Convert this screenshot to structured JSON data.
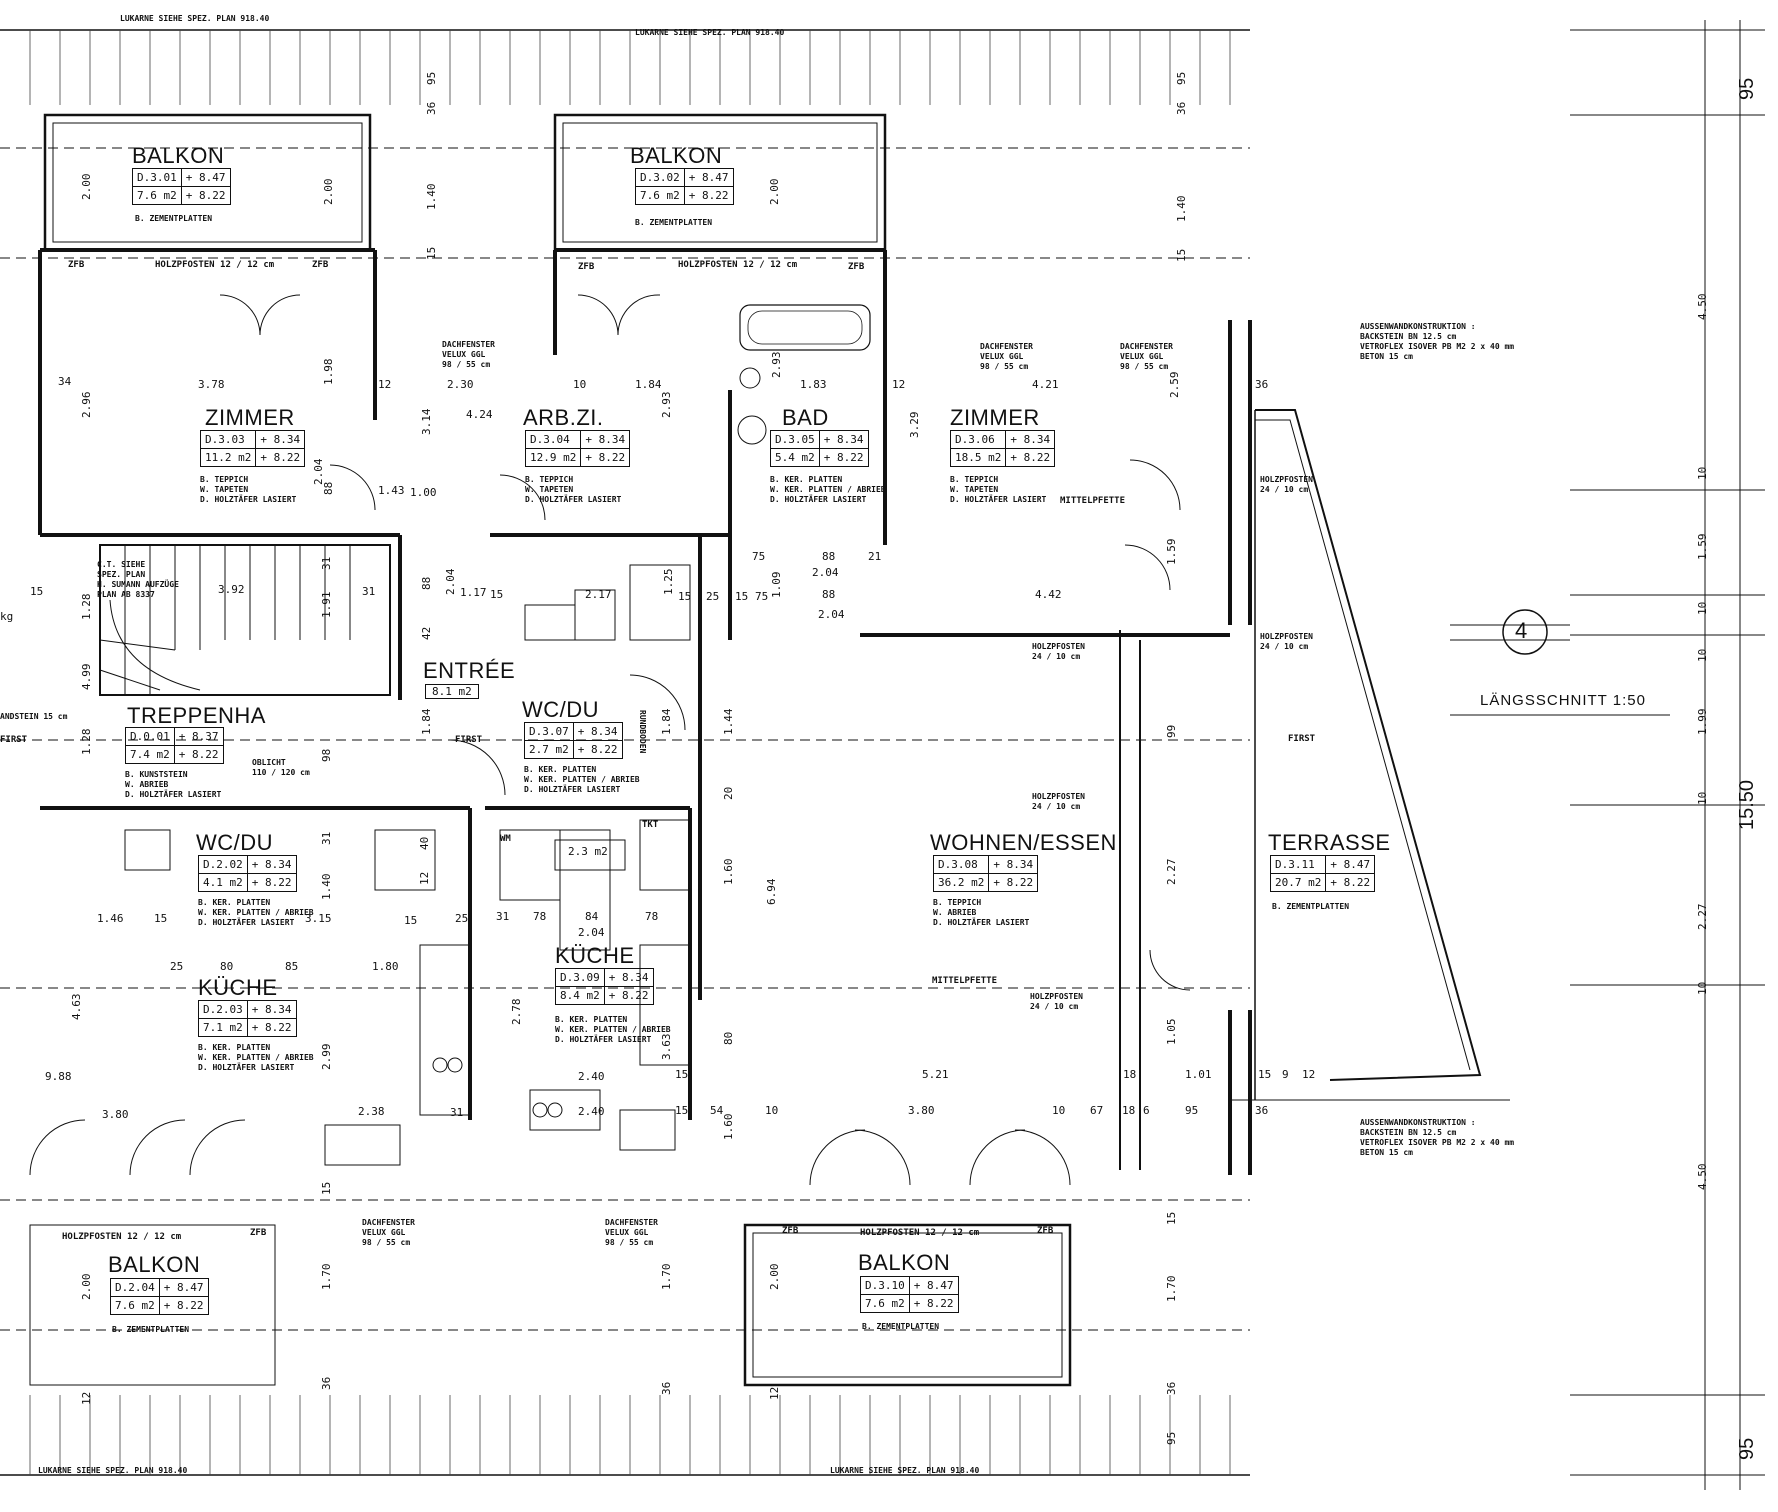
{
  "lukarne_label": "LUKARNE SIEHE SPEZ. PLAN 918.40",
  "section_label": "LÄNGSSCHNITT 1:50",
  "section_marker": "4",
  "first_label": "FIRST",
  "mittelpfette_label": "MITTELPFETTE",
  "holzpfosten_balkon": "HOLZPFOSTEN 12 / 12 cm",
  "holzpfosten_inner": "HOLZPFOSTEN",
  "holzpfosten_size": "24 / 10 cm",
  "zfb": "ZFB",
  "dachfenster": [
    "DACHFENSTER",
    "VELUX GGL",
    "98 / 55 cm"
  ],
  "wall_construction": {
    "title": "AUSSENWANDKONSTRUKTION :",
    "lines": [
      "BACKSTEIN BN 12.5 cm",
      "VETROFLEX ISOVER PB M2 2 x 40 mm",
      "BETON 15 cm"
    ]
  },
  "lift_note": [
    "C.T. SIEHE",
    "SPEZ. PLAN",
    "H. SUMANN AUFZÜGE",
    "PLAN AB 8337"
  ],
  "oblicht": [
    "OBLICHT",
    "110 / 120 cm"
  ],
  "rundboden": "RUNDBODEN",
  "kunststein_wall": "ANDSTEIN 15 cm",
  "kg_label": "kg",
  "wm_label": "WM",
  "tkt_label": "TKT",
  "reduit_area": "2.3 m2",
  "rooms": [
    {
      "name": "BALKON",
      "code": "D.3.01",
      "h1": "+ 8.47",
      "area": "7.6 m2",
      "h2": "+ 8.22",
      "finish": [
        "B. ZEMENTPLATTEN"
      ]
    },
    {
      "name": "BALKON",
      "code": "D.3.02",
      "h1": "+ 8.47",
      "area": "7.6 m2",
      "h2": "+ 8.22",
      "finish": [
        "B. ZEMENTPLATTEN"
      ]
    },
    {
      "name": "ZIMMER",
      "code": "D.3.03",
      "h1": "+ 8.34",
      "area": "11.2 m2",
      "h2": "+ 8.22",
      "finish": [
        "B. TEPPICH",
        "W. TAPETEN",
        "D. HOLZTÄFER LASIERT"
      ]
    },
    {
      "name": "ARB.ZI.",
      "code": "D.3.04",
      "h1": "+ 8.34",
      "area": "12.9 m2",
      "h2": "+ 8.22",
      "finish": [
        "B. TEPPICH",
        "W. TAPETEN",
        "D. HOLZTÄFER LASIERT"
      ]
    },
    {
      "name": "BAD",
      "code": "D.3.05",
      "h1": "+ 8.34",
      "area": "5.4 m2",
      "h2": "+ 8.22",
      "finish": [
        "B. KER. PLATTEN",
        "W. KER. PLATTEN / ABRIEB",
        "D. HOLZTÄFER LASIERT"
      ]
    },
    {
      "name": "ZIMMER",
      "code": "D.3.06",
      "h1": "+ 8.34",
      "area": "18.5 m2",
      "h2": "+ 8.22",
      "finish": [
        "B. TEPPICH",
        "W. TAPETEN",
        "D. HOLZTÄFER LASIERT"
      ]
    },
    {
      "name": "ENTRÉE",
      "code": "",
      "h1": "",
      "area": "8.1 m2",
      "h2": "",
      "finish": []
    },
    {
      "name": "WC/DU",
      "code": "D.3.07",
      "h1": "+ 8.34",
      "area": "2.7 m2",
      "h2": "+ 8.22",
      "finish": [
        "B. KER. PLATTEN",
        "W. KER. PLATTEN / ABRIEB",
        "D. HOLZTÄFER LASIERT"
      ]
    },
    {
      "name": "TREPPENHA",
      "code": "D.0.01",
      "h1": "+ 8.37",
      "area": "7.4 m2",
      "h2": "+ 8.22",
      "finish": [
        "B. KUNSTSTEIN",
        "W. ABRIEB",
        "D. HOLZTÄFER LASIERT"
      ]
    },
    {
      "name": "WC/DU",
      "code": "D.2.02",
      "h1": "+ 8.34",
      "area": "4.1 m2",
      "h2": "+ 8.22",
      "finish": [
        "B. KER. PLATTEN",
        "W. KER. PLATTEN / ABRIEB",
        "D. HOLZTÄFER LASIERT"
      ]
    },
    {
      "name": "KÜCHE",
      "code": "D.2.03",
      "h1": "+ 8.34",
      "area": "7.1 m2",
      "h2": "+ 8.22",
      "finish": [
        "B. KER. PLATTEN",
        "W. KER. PLATTEN / ABRIEB",
        "D. HOLZTÄFER LASIERT"
      ]
    },
    {
      "name": "KÜCHE",
      "code": "D.3.09",
      "h1": "+ 8.34",
      "area": "8.4 m2",
      "h2": "+ 8.22",
      "finish": [
        "B. KER. PLATTEN",
        "W. KER. PLATTEN / ABRIEB",
        "D. HOLZTÄFER LASIERT"
      ]
    },
    {
      "name": "WOHNEN/ESSEN",
      "code": "D.3.08",
      "h1": "+ 8.34",
      "area": "36.2 m2",
      "h2": "+ 8.22",
      "finish": [
        "B. TEPPICH",
        "W. ABRIEB",
        "D. HOLZTÄFER LASIERT"
      ]
    },
    {
      "name": "TERRASSE",
      "code": "D.3.11",
      "h1": "+ 8.47",
      "area": "20.7 m2",
      "h2": "+ 8.22",
      "finish": [
        "B. ZEMENTPLATTEN"
      ]
    },
    {
      "name": "BALKON",
      "code": "D.2.04",
      "h1": "+ 8.47",
      "area": "7.6 m2",
      "h2": "+ 8.22",
      "finish": [
        "B. ZEMENTPLATTEN"
      ]
    },
    {
      "name": "BALKON",
      "code": "D.3.10",
      "h1": "+ 8.47",
      "area": "7.6 m2",
      "h2": "+ 8.22",
      "finish": [
        "B. ZEMENTPLATTEN"
      ]
    }
  ],
  "dims": {
    "d378": "3.78",
    "d230": "2.30",
    "d424": "4.24",
    "d184": "1.84",
    "d183": "1.83",
    "d421": "4.21",
    "d442": "4.42",
    "d392": "3.92",
    "d117": "1.17",
    "d217": "2.17",
    "d204": "2.04",
    "d88": "88",
    "d75": "75",
    "d21": "21",
    "d146": "1.46",
    "d315": "3.15",
    "d180": "1.80",
    "d85": "85",
    "d80": "80",
    "d988": "9.88",
    "d380": "3.80",
    "d238": "2.38",
    "d240": "2.40",
    "d521": "5.21",
    "d101": "1.01",
    "d54": "54",
    "d67": "67",
    "d95": "95",
    "d36": "36",
    "d12": "12",
    "d10": "10",
    "d15": "15",
    "d34": "34",
    "d100": "1.00",
    "d143": "1.43",
    "d84": "84",
    "d78": "78",
    "d9": "9",
    "d25": "25",
    "d31": "31",
    "d18": "18",
    "d6": "6",
    "v95": "95",
    "v450": "4.50",
    "v1550": "15.50",
    "v159": "1.59",
    "v199": "1.99",
    "v227": "2.27",
    "v10": "10",
    "v140": "1.40",
    "v200": "2.00",
    "v296": "2.96",
    "v314": "3.14",
    "v293": "2.93",
    "v329": "3.29",
    "v259": "2.59",
    "v198": "1.98",
    "v204": "2.04",
    "v88": "88",
    "v159b": "1.59",
    "v128": "1.28",
    "v499": "4.99",
    "v184": "1.84",
    "v144": "1.44",
    "v160": "1.60",
    "v694": "6.94",
    "v299": "2.99",
    "v463": "4.63",
    "v105": "1.05",
    "v170": "1.70",
    "v278": "2.78",
    "v363": "3.63",
    "v80": "80",
    "v42": "42",
    "v191": "1.91",
    "v99": "99",
    "v125": "1.25",
    "v109": "1.09",
    "v20": "20",
    "v40": "40",
    "v36": "36",
    "v12": "12",
    "v15": "15",
    "v31": "31",
    "v98": "98"
  }
}
